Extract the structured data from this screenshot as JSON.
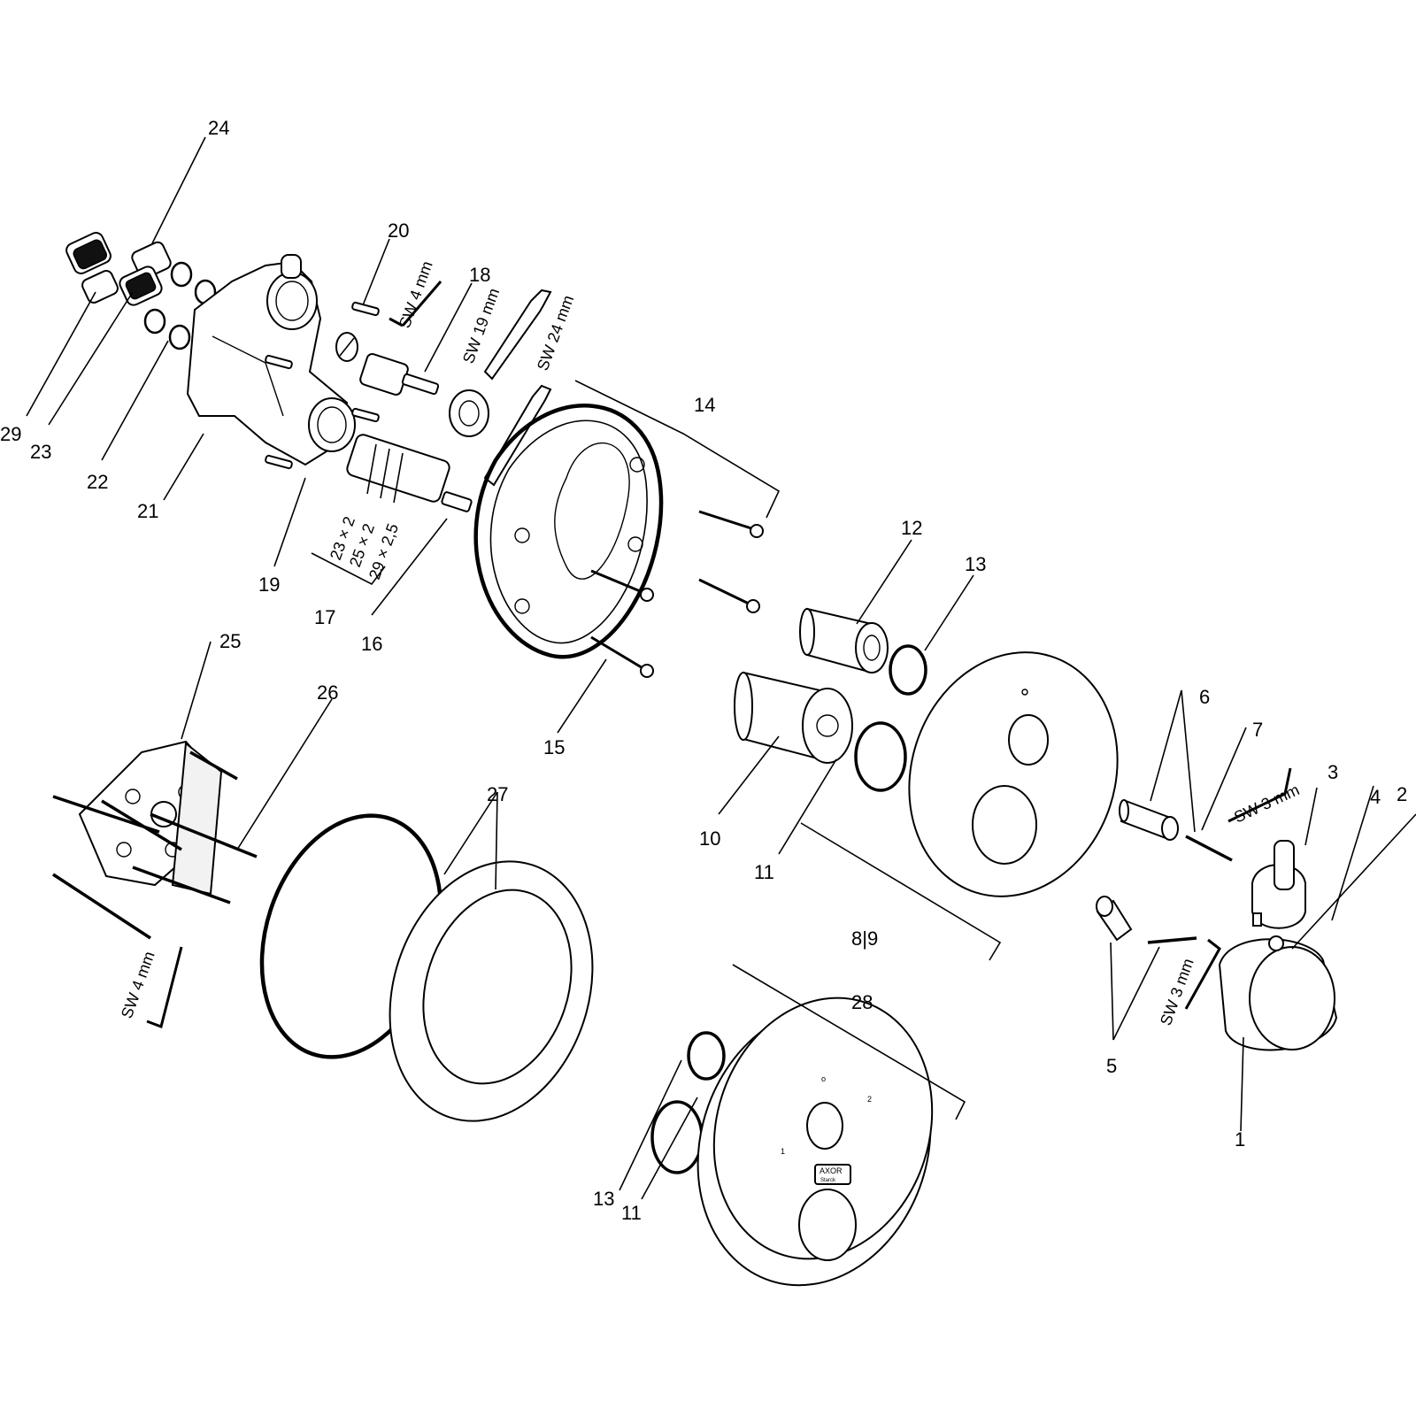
{
  "numbers": {
    "n1": "1",
    "n2": "2",
    "n3": "3",
    "n4": "4",
    "n5": "5",
    "n6": "6",
    "n7": "7",
    "n89": "8|9",
    "n10": "10",
    "n11a": "11",
    "n11b": "11",
    "n12": "12",
    "n13a": "13",
    "n13b": "13",
    "n14": "14",
    "n15": "15",
    "n16": "16",
    "n17": "17",
    "n18": "18",
    "n19": "19",
    "n20": "20",
    "n21": "21",
    "n22": "22",
    "n23": "23",
    "n24": "24",
    "n25": "25",
    "n26": "26",
    "n27": "27",
    "n28": "28",
    "n29": "29"
  },
  "tools": {
    "sw4_top": "SW 4 mm",
    "sw19": "SW 19 mm",
    "sw24": "SW 24 mm",
    "sw4_bottom": "SW 4 mm",
    "sw3_top": "SW 3 mm",
    "sw3_bottom": "SW 3 mm"
  },
  "seals": {
    "s1": "23 × 2",
    "s2": "25 × 2",
    "s3": "29 × 2,5"
  },
  "plate_marks": {
    "o": "o",
    "one": "1",
    "two": "2",
    "brand": "AXOR",
    "brand_sub": "Starck"
  }
}
